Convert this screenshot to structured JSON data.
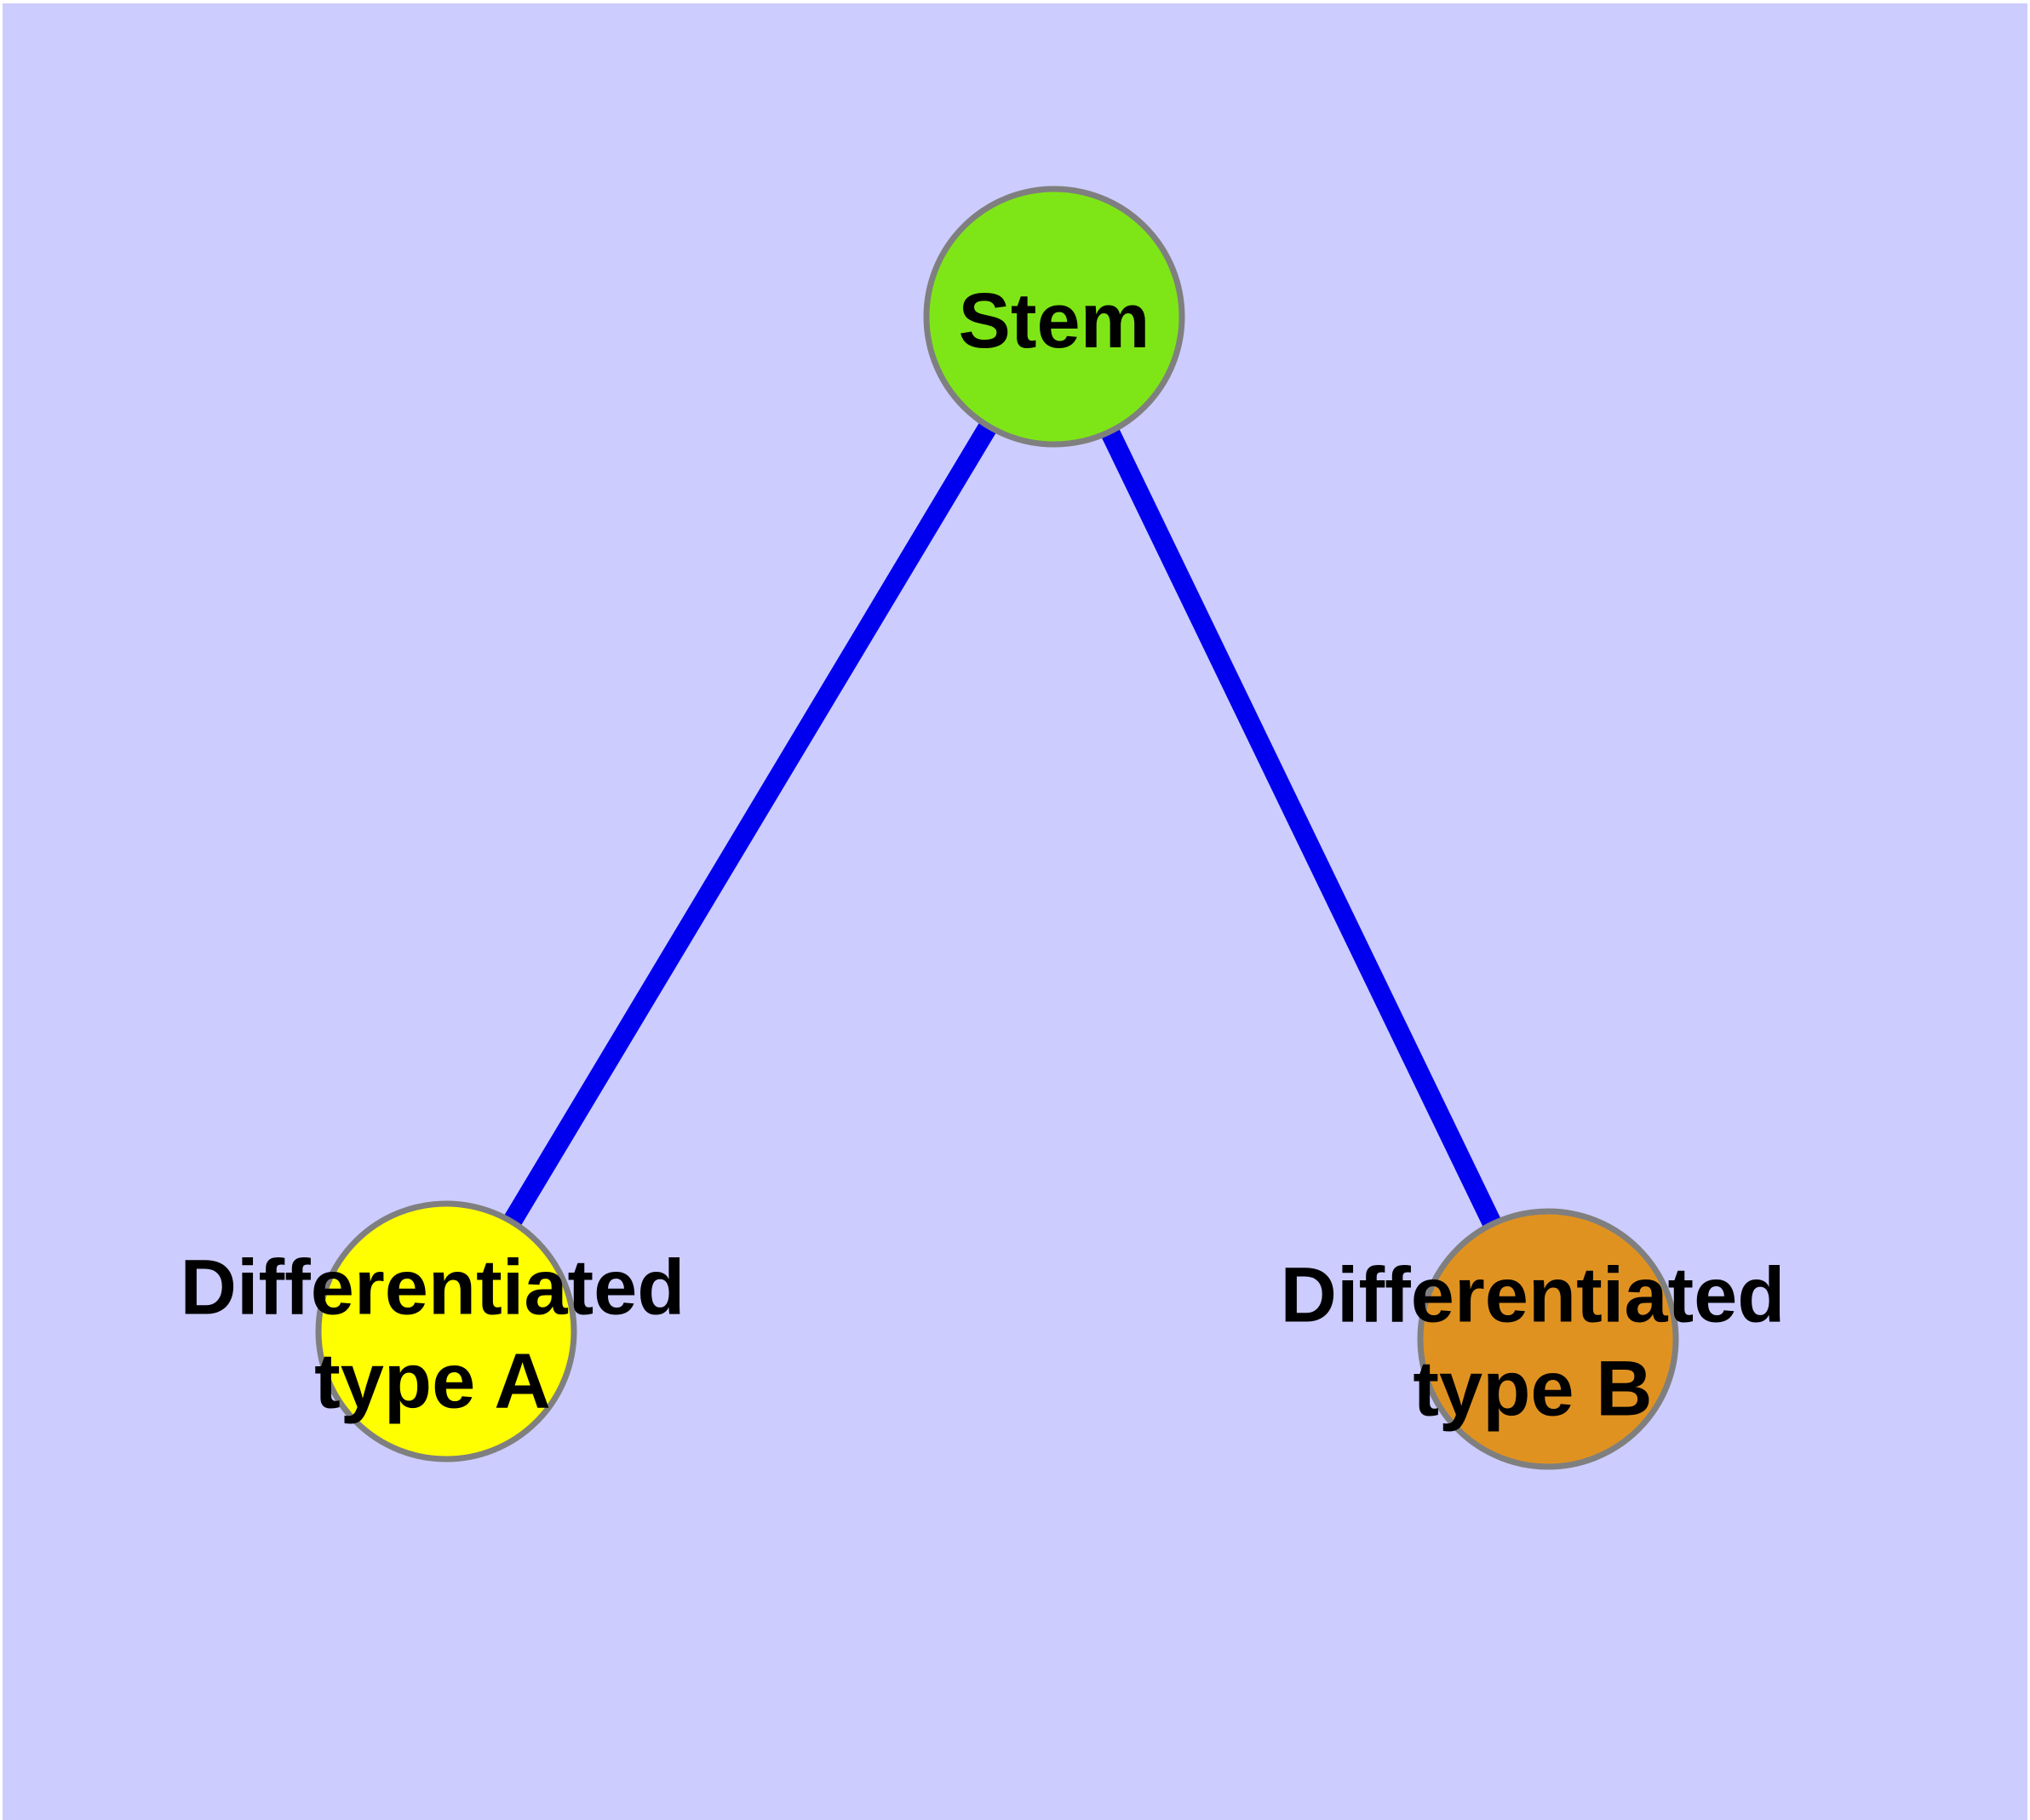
{
  "diagram": {
    "background_color": "#ccccff",
    "frame_color": "#ffffff",
    "node_border_color": "#7f7f7f",
    "edge_color": "#0000ee",
    "label_color": "#000000",
    "nodes": [
      {
        "id": "stem",
        "label": "Stem",
        "fill": "#7ee617",
        "shape": "circle"
      },
      {
        "id": "differentiated-type-a",
        "label": "Differentiated\ntype A",
        "fill": "#ffff00",
        "shape": "circle"
      },
      {
        "id": "differentiated-type-b",
        "label": "Differentiated\ntype B",
        "fill": "#e09220",
        "shape": "circle"
      }
    ],
    "edges": [
      {
        "from": "stem",
        "to": "differentiated-type-a"
      },
      {
        "from": "stem",
        "to": "differentiated-type-b"
      }
    ]
  }
}
